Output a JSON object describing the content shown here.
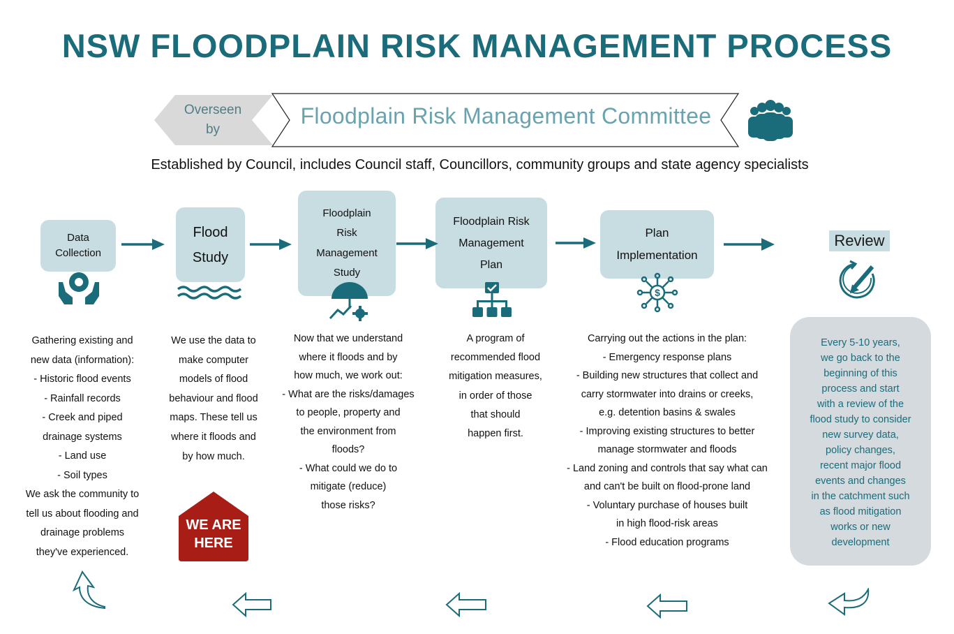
{
  "title": "NSW FLOODPLAIN RISK MANAGEMENT PROCESS",
  "overseen": "Overseen\nby",
  "committee": "Floodplain Risk Management Committee",
  "subtitle": "Established by Council, includes Council staff, Councillors, community groups and state agency specialists",
  "steps": [
    {
      "label": "Data\nCollection",
      "icon": "hands-holding-ring-icon",
      "text": "Gathering existing and\nnew data (information):\n- Historic flood events\n- Rainfall records\n- Creek and piped\ndrainage systems\n- Land use\n- Soil types\nWe ask the community to\ntell us about flooding and\ndrainage problems\nthey've experienced."
    },
    {
      "label": "Flood\nStudy",
      "icon": "water-waves-icon",
      "text": "We use the data to\nmake computer\nmodels of flood\nbehaviour and flood\nmaps. These tell us\nwhere it floods and\nby how much."
    },
    {
      "label": "Floodplain\nRisk\nManagement\nStudy",
      "icon": "umbrella-chart-gear-icon",
      "text": "Now that we understand\nwhere it floods and by\nhow much, we work out:\n- What are the risks/damages\nto people, property and\nthe environment from\nfloods?\n- What could we do to\nmitigate (reduce)\nthose risks?"
    },
    {
      "label": "Floodplain Risk\nManagement\nPlan",
      "icon": "checklist-hierarchy-icon",
      "text": "A program of\nrecommended flood\nmitigation measures,\nin order of those\nthat should\nhappen first."
    },
    {
      "label": "Plan\nImplementation",
      "icon": "dollar-network-icon",
      "text": "Carrying out the actions in the plan:\n- Emergency response plans\n- Building new structures that collect and\ncarry stormwater into drains or creeks,\ne.g. detention basins & swales\n- Improving existing structures to better\nmanage stormwater and floods\n- Land zoning and controls that say what can\nand can't be built on flood-prone land\n- Voluntary purchase of houses built\nin high flood-risk areas\n- Flood education programs"
    }
  ],
  "review": {
    "label": "Review",
    "icon": "refresh-pencil-icon",
    "text": "Every 5-10 years,\nwe go back to the\nbeginning of this\nprocess and start\nwith a review of the\nflood study to consider\nnew survey data,\npolicy changes,\nrecent major flood\nevents and changes\nin the catchment such\nas flood mitigation\nworks or new\ndevelopment"
  },
  "we_are_here": "WE ARE\nHERE",
  "colors": {
    "teal": "#1b6c7a",
    "box": "#c7dde2",
    "review_box": "#d5dade",
    "banner_text": "#6aa3ad",
    "red": "#a81e16",
    "grey": "#d9d9d9"
  }
}
